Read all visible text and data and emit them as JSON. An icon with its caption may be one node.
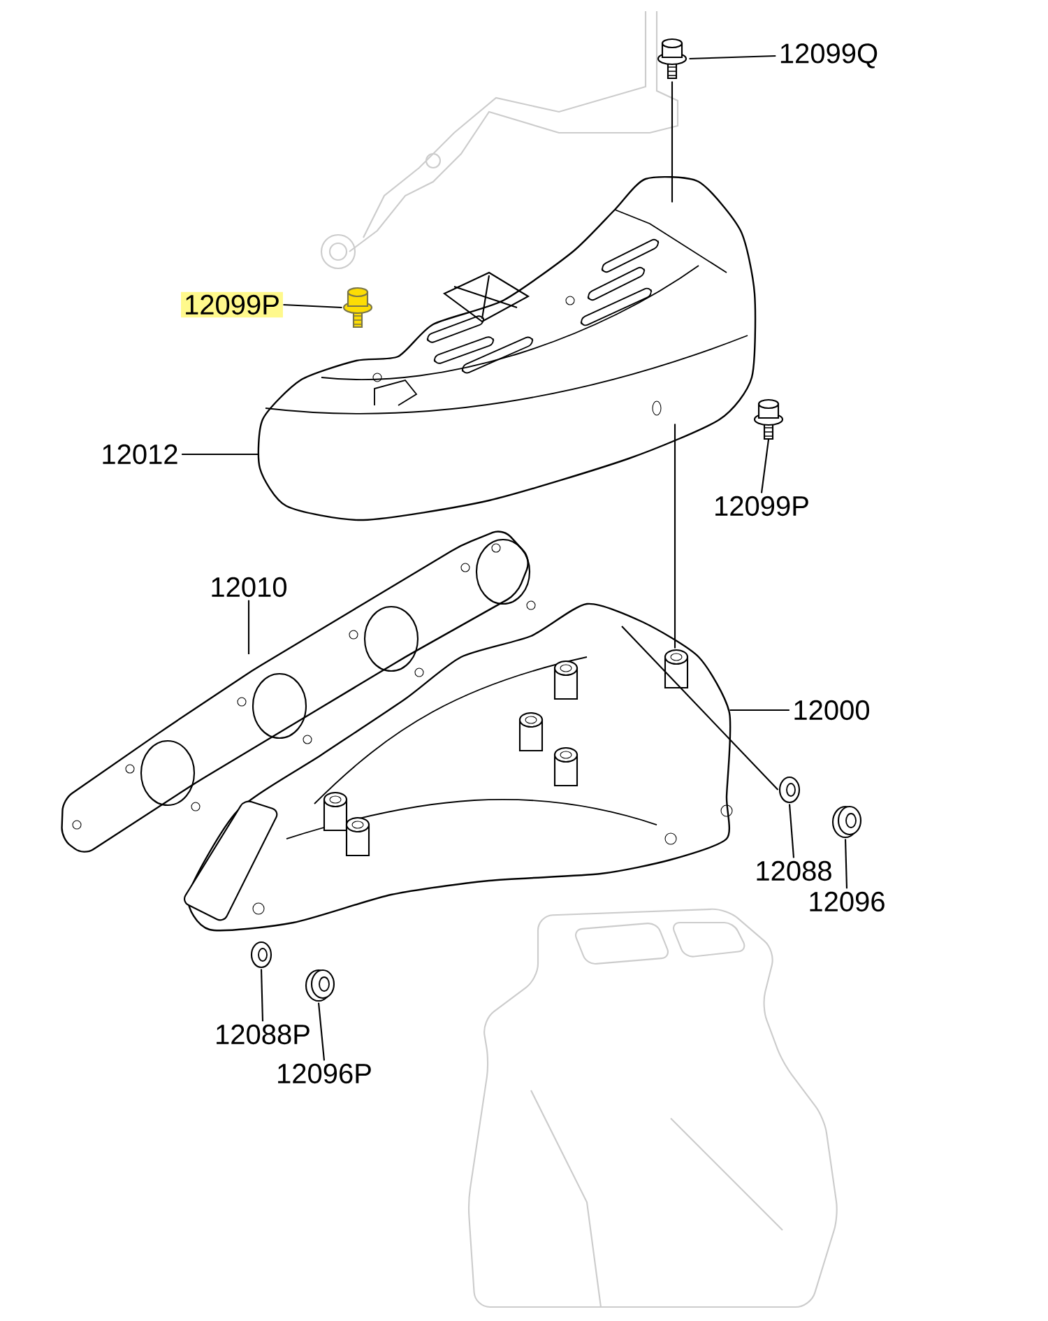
{
  "diagram": {
    "nodes": [
      {
        "text": [
          "12099Q"
        ]
      },
      {
        "text": [],
        "shape": "picture"
      },
      {
        "text": [
          "12099P"
        ]
      },
      {
        "text": [],
        "shape": "picture"
      },
      {
        "text": [
          "12012"
        ]
      },
      {
        "text": [],
        "shape": "picture"
      },
      {
        "text": [],
        "shape": "picture"
      },
      {
        "text": [
          "12099P"
        ]
      },
      {
        "text": [
          "12010"
        ]
      },
      {
        "text": [],
        "shape": "picture"
      },
      {
        "text": [],
        "shape": "picture"
      },
      {
        "text": [
          "12000"
        ]
      },
      {
        "text": [],
        "shape": "picture"
      },
      {
        "text": [],
        "shape": "picture"
      },
      {
        "text": [
          "12088"
        ]
      },
      {
        "text": [
          "12096"
        ]
      },
      {
        "text": [],
        "shape": "picture"
      },
      {
        "text": [],
        "shape": "picture"
      },
      {
        "text": [
          "12088P"
        ]
      },
      {
        "text": [
          "12096P"
        ]
      }
    ],
    "edges": [
      {
        "from": 0,
        "to": 1,
        "arrow": "none"
      },
      {
        "from": 2,
        "to": 3,
        "arrow": "none"
      },
      {
        "from": 4,
        "to": 5,
        "arrow": "none"
      },
      {
        "from": 7,
        "to": 6,
        "arrow": "none"
      },
      {
        "from": 8,
        "to": 9,
        "arrow": "none"
      },
      {
        "from": 11,
        "to": 10,
        "arrow": "none"
      },
      {
        "from": 14,
        "to": 12,
        "arrow": "none"
      },
      {
        "from": 15,
        "to": 13,
        "arrow": "none"
      },
      {
        "from": 18,
        "to": 16,
        "arrow": "none"
      },
      {
        "from": 19,
        "to": 17,
        "arrow": "none"
      },
      {
        "from": 1,
        "to": 5,
        "arrow": "none"
      },
      {
        "from": 5,
        "to": 10,
        "arrow": "none"
      },
      {
        "from": 12,
        "to": 10,
        "arrow": "none"
      }
    ]
  }
}
